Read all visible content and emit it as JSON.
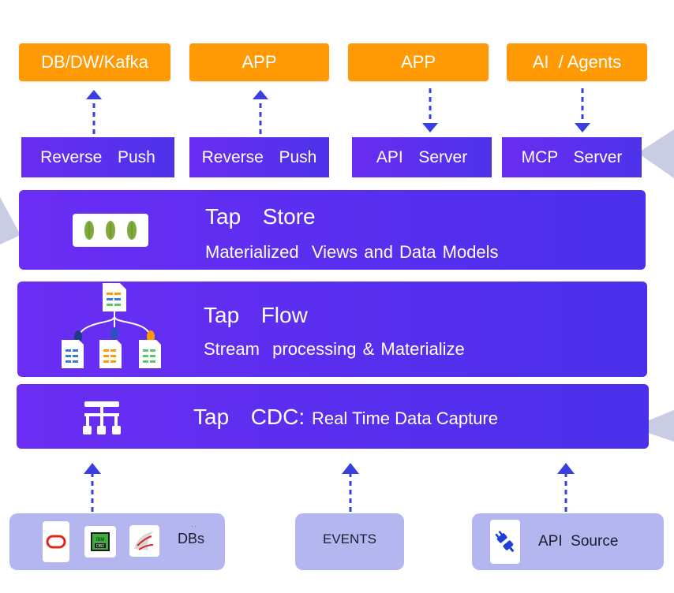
{
  "targets": [
    {
      "label": "DB/DW/Kafka"
    },
    {
      "label": "APP"
    },
    {
      "label": "APP"
    },
    {
      "label": "AI  / Agents"
    }
  ],
  "services": [
    {
      "label": "Reverse  Push"
    },
    {
      "label": "Reverse  Push"
    },
    {
      "label": "API  Server"
    },
    {
      "label": "MCP  Server"
    }
  ],
  "layers": {
    "store": {
      "title": "Tap  Store",
      "subtitle": "Materialized  Views and Data Models"
    },
    "flow": {
      "title": "Tap  Flow",
      "subtitle": "Stream  processing & Materialize"
    },
    "cdc": {
      "title": "Tap  CDC:",
      "subtitle": "Real Time Data Capture"
    }
  },
  "sources": {
    "dbs": {
      "label": "DBs",
      "ibm_text": "IBM",
      "db2_text": "DB2"
    },
    "events": {
      "label": "EVENTS"
    },
    "api": {
      "label": "API  Source"
    }
  },
  "colors": {
    "orange": "#ff9a05",
    "layer_purple": "#5a2ff0",
    "arrow_blue": "#3a3fe0",
    "source_lavender": "#b4b6f0",
    "leaf_green": "#7faa3a"
  },
  "icons": {
    "store": "mongodb-leaf-icon",
    "flow": "document-tree-icon",
    "cdc": "network-hierarchy-icon",
    "oracle": "oracle-icon",
    "ibm_db2": "ibm-db2-icon",
    "sqlserver": "sql-server-icon",
    "api_source": "plug-icon"
  }
}
